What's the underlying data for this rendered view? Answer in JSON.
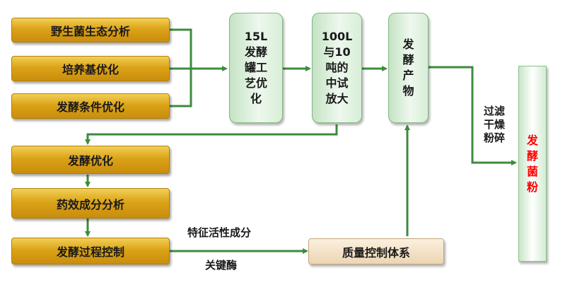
{
  "nodes": {
    "wild_strain": "野生菌生态分析",
    "medium_opt": "培养基优化",
    "ferment_cond": "发酵条件优化",
    "tank_15l": "15L\n发酵\n罐工\n艺优\n化",
    "scale_up": "100L\n与10\n吨的\n中试\n放大",
    "product": "发\n酵\n产\n物",
    "ferment_opt": "发酵优化",
    "component": "药效成分分析",
    "process_ctrl": "发酵过程控制",
    "qc_system": "质量控制体系",
    "final_powder": "发\n酵\n菌\n粉"
  },
  "labels": {
    "filter_dry": "过滤\n干燥\n粉碎",
    "active_comp": "特征活性成分",
    "key_enzyme": "关键酶"
  },
  "colors": {
    "arrow": "#3d8b3d",
    "final_text": "#ff0000"
  }
}
